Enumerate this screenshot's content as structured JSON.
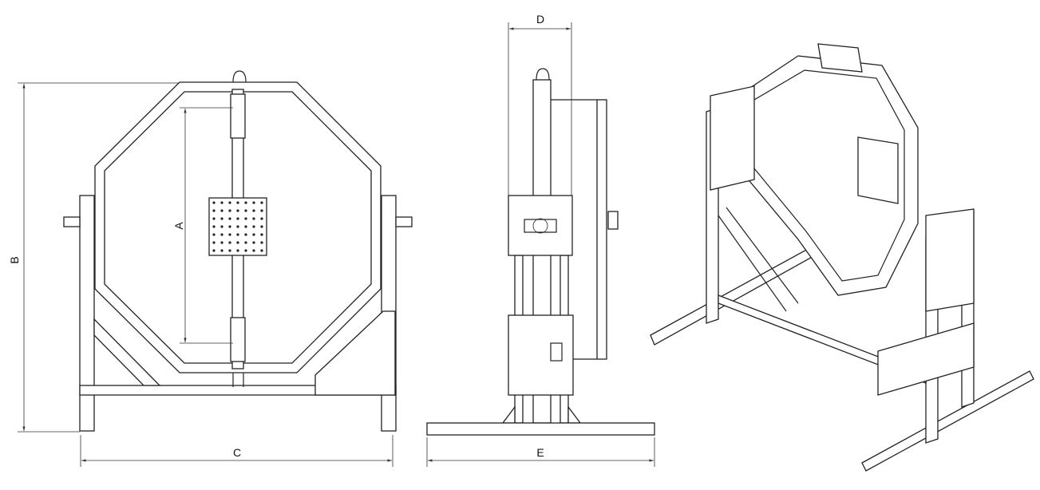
{
  "dimensions": {
    "a": "A",
    "b": "B",
    "c": "C",
    "d": "D",
    "e": "E"
  },
  "colors": {
    "line": "#222222",
    "background": "#ffffff"
  }
}
